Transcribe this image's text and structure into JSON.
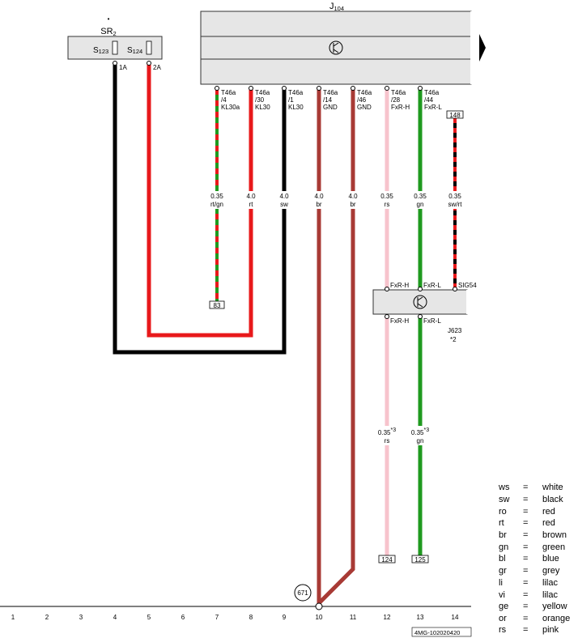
{
  "components": {
    "j104": {
      "name": "J",
      "sub": "104"
    },
    "sr2": {
      "name": "SR",
      "sub": "2",
      "dot": "•"
    },
    "fuse_s123": {
      "name": "S",
      "sub": "123"
    },
    "fuse_s124": {
      "name": "S",
      "sub": "124"
    },
    "j623": {
      "name": "J623",
      "note": "*2"
    },
    "ground_671": "671"
  },
  "fuse_outputs": [
    "1A",
    "2A"
  ],
  "pins": [
    {
      "l1": "T46a",
      "l2": "/4",
      "l3": "KL30a"
    },
    {
      "l1": "T46a",
      "l2": "/30",
      "l3": "KL30"
    },
    {
      "l1": "T46a",
      "l2": "/1",
      "l3": "KL30"
    },
    {
      "l1": "T46a",
      "l2": "/14",
      "l3": "GND"
    },
    {
      "l1": "T46a",
      "l2": "/46",
      "l3": "GND"
    },
    {
      "l1": "T46a",
      "l2": "/28",
      "l3": "FxR-H"
    },
    {
      "l1": "T46a",
      "l2": "/44",
      "l3": "FxR-L"
    }
  ],
  "wires": [
    {
      "size": "0.35",
      "color": "rt/gn"
    },
    {
      "size": "4.0",
      "color": "rt"
    },
    {
      "size": "4.0",
      "color": "sw"
    },
    {
      "size": "4.0",
      "color": "br"
    },
    {
      "size": "4.0",
      "color": "br"
    },
    {
      "size": "0.35",
      "color": "rs"
    },
    {
      "size": "0.35",
      "color": "gn"
    },
    {
      "size": "0.35",
      "color": "sw/rt"
    }
  ],
  "lower_wires": [
    {
      "size": "0.35",
      "note": "*3",
      "color": "rs"
    },
    {
      "size": "0.35",
      "note": "*3",
      "color": "gn"
    }
  ],
  "j623_pins": {
    "top_h": "FxR-H",
    "top_l": "FxR-L",
    "top_sig": "SIG54",
    "bottom_h": "FxR-H",
    "bottom_l": "FxR-L"
  },
  "refs": {
    "r83": "83",
    "r148": "148",
    "r124": "124",
    "r125": "125"
  },
  "grid": [
    "1",
    "2",
    "3",
    "4",
    "5",
    "6",
    "7",
    "8",
    "9",
    "10",
    "11",
    "12",
    "13",
    "14"
  ],
  "doc_id": "4MG-102020420",
  "legend": [
    {
      "code": "ws",
      "eq": "=",
      "name": "white"
    },
    {
      "code": "sw",
      "eq": "=",
      "name": "black"
    },
    {
      "code": "ro",
      "eq": "=",
      "name": "red"
    },
    {
      "code": "rt",
      "eq": "=",
      "name": "red"
    },
    {
      "code": "br",
      "eq": "=",
      "name": "brown"
    },
    {
      "code": "gn",
      "eq": "=",
      "name": "green"
    },
    {
      "code": "bl",
      "eq": "=",
      "name": "blue"
    },
    {
      "code": "gr",
      "eq": "=",
      "name": "grey"
    },
    {
      "code": "li",
      "eq": "=",
      "name": "lilac"
    },
    {
      "code": "vi",
      "eq": "=",
      "name": "lilac"
    },
    {
      "code": "ge",
      "eq": "=",
      "name": "yellow"
    },
    {
      "code": "or",
      "eq": "=",
      "name": "orange"
    },
    {
      "code": "rs",
      "eq": "=",
      "name": "pink"
    }
  ],
  "wire_colors": {
    "red": "#e8191b",
    "green": "#1f9a1f",
    "black": "#000000",
    "brown": "#a83a35",
    "pink": "#f7c3cc",
    "box": "#e6e6e6"
  }
}
